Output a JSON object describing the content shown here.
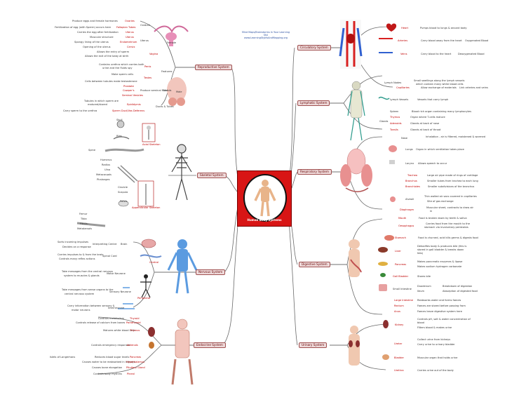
{
  "center": {
    "label": "Human Body Systems"
  },
  "logo": {
    "line1": "Mind Maps/Brainstorms In Your Learning Styl",
    "line2": "www.LearningStylesAndMapping.org"
  },
  "nodes": {
    "reproductive": "Reproductive System",
    "skeletal": "Skeletal System",
    "nervous": "Nervous System",
    "endocrine": "Endocrine System",
    "circulatory": "Circulatory System",
    "lymphatic": "Lymphatic System",
    "respiratory": "Respiratory System",
    "digestive": "Digestive System",
    "urinary": "Urinary System"
  },
  "left_labels": {
    "ovaries_desc": "Produce eggs and female hormones",
    "ovaries": "Ovaries",
    "oviduct": "Oviduct",
    "fallopian_desc": "Fertilization of egg (with Sperm) occurs here",
    "fallopian": "Fallopian Tubes",
    "uterus_desc": "Carries the egg after fertilization",
    "uterus": "Uterus",
    "muscular_desc": "Muscular structure",
    "muscular": "Uterus",
    "spongy_desc": "Spongy lining of the uterus",
    "spongy": "Endometrium",
    "cervix_desc": "Opening of the uterus",
    "cervix": "Cervix",
    "female": "Female",
    "vagina_desc": "Allows the entry of sperm",
    "vagina_desc2": "Allows the exit of the baby at birth",
    "vagina": "Vagina",
    "penis_desc": "Contains urethra which carries both",
    "penis_desc2": "urine and the fluids spy",
    "penis": "Penis",
    "testes_desc": "Make sperm cells",
    "testes": "Testes",
    "features": "Features",
    "cells_desc": "Cells between tubules make testosterone",
    "prostate": "Prostate",
    "cowpers": "Cowper's",
    "seminal_desc": "Produce seminal fluid",
    "glands": "Glands",
    "seminal": "Seminal Vesicles",
    "male": "Male",
    "epididymis_desc": "Tubules in which sperm are",
    "epididymis_desc2": "matured/stored",
    "epididymis": "Epididymis",
    "ducts": "Ducts & Tubes",
    "vas_desc": "Carry sperm to the urethra",
    "vas": "Sperm Duct/Vas Deferens",
    "skull": "Skull",
    "axial": "Axial Skeleton",
    "ribs": "Ribs",
    "spine": "Spine",
    "humerus": "Humerus",
    "radius": "Radius",
    "ulna": "Ulna",
    "metacarpals": "Metacarpals",
    "phalanges": "Phalanges",
    "clavicle": "Clavicle",
    "scapula": "Scapula",
    "pelvis": "Pelvis",
    "appendicular": "Appendicular Skeleton",
    "femur": "Femur",
    "tibia": "Tibia",
    "fibula": "Fibula",
    "metatarsals": "Metatarsals",
    "brain_desc": "Sorts incoming impulses",
    "brain_desc2": "Decides on a response",
    "interpreting": "Interpreting Centre",
    "brain": "Brain",
    "central": "Central",
    "cord_desc": "Carries impulses to & from the brain",
    "cord_desc2": "Controls many reflex actions",
    "spinal": "Spinal Cord",
    "motor_desc": "Take messages from the central nervous",
    "motor_desc2": "system to muscles & glands",
    "motor": "Motor Neurone",
    "peripheral": "Peripheral",
    "sensory_desc": "Take messages from sense organs to the",
    "sensory_desc2": "central nervous system",
    "sensory": "Sensory Neurone",
    "inter_desc": "Carry information between sensory &",
    "inter_desc2": "motor neurons",
    "inter": "Interneurone",
    "thyroid_desc": "Controls metabolism",
    "thyroid": "Thyroid",
    "para_desc": "Controls release of calcium from bones",
    "para": "Parathyroid",
    "thymus_desc": "Matures white blood cells",
    "thymus": "Thymus",
    "adrenals_desc": "Controls emergency responses",
    "adrenals": "Adrenals",
    "islets": "Islets of Langerhans",
    "pancreas_desc": "Reduces blood sugar levels",
    "pancreas": "Pancreas",
    "hypo_desc": "Causes water to be reabsorbed in kidneys",
    "hypo": "Hypothalamus",
    "pituitary_desc": "Causes bone elongation",
    "pituitary": "Pituitary Gland",
    "pineal_desc": "Controls body rhythms",
    "pineal": "Pineal"
  },
  "right_labels": {
    "heart": "Heart",
    "heart_desc": "Pumps blood to lungs & around body",
    "arteries": "Arteries",
    "arteries_desc": "Carry blood away from the heart",
    "arteries_type": "Oxygenated Blood",
    "veins": "Veins",
    "veins_desc": "Carry blood to the heart",
    "veins_type": "Deoxygenated Blood",
    "capillaries": "Capillaries",
    "capillaries_desc": "Allow exchange of materials",
    "capillaries_type": "Link arteries and veins",
    "lymph_nodes": "Lymph Nodes",
    "lymph_nodes_desc": "Small swellings along the lymph vessels",
    "lymph_nodes_desc2": "which contain many white blood cells",
    "lymph_vessels": "Lymph Vessels",
    "lymph_vessels_desc": "Vessels that carry lymph",
    "spleen": "Spleen",
    "spleen_desc": "Blood rich organ containing many lymphocytes",
    "thymus": "Thymus",
    "thymus_desc": "Organ where T-cells mature",
    "glands": "Glands",
    "adenoids": "Adenoids",
    "adenoids_desc": "Glands at back of nose",
    "tonsils": "Tonsils",
    "tonsils_desc": "Glands at back of throat",
    "nose": "Nose",
    "nose_desc": "Inhalation - air is filtered, moistened & warmed",
    "lungs": "Lungs",
    "lungs_desc": "Organ in which ventilation takes place",
    "larynx": "Larynx",
    "larynx_desc": "Allows speech to occur",
    "trachea": "Trachea",
    "trachea_desc": "Large air pipe made of rings of cartilage",
    "bronchus": "Bronchus",
    "bronchus_desc": "Smaller tubes from trachea to each lung",
    "bronchioles": "Bronchioles",
    "bronchioles_desc": "Smaller subdivisions of the bronchus",
    "alveoli": "Alveoli",
    "alveoli_desc": "Thin walled air sacs covered in capillaries",
    "alveoli_desc2": "Site of gas exchange",
    "diaphragm": "Diaphragm",
    "diaphragm_desc": "Muscular sheet, contracts to draw air",
    "diaphragm_desc2": "in",
    "mouth": "Mouth",
    "mouth_desc": "Food is broken down by teeth & saliva",
    "oesophagus": "Oesophagus",
    "oesophagus_desc": "Carries food from the mouth to the",
    "oesophagus_desc2": "stomach via involuntary peristalsis",
    "stomach": "Stomach",
    "stomach_desc": "Food is churned, acid kills germs & digests food",
    "liver": "Liver",
    "liver_desc": "Detoxifies body & produces bile (this is",
    "liver_desc2": "stored in gall bladder & breaks down",
    "liver_desc3": "fats)",
    "pancreas": "Pancreas",
    "pancreas_desc": "Makes pancreatic enzymes & lipase",
    "pancreas_desc2": "Makes sodium hydrogen carbonate",
    "gall": "Gall Bladder",
    "gall_desc": "Stores bile",
    "small": "Small Intestine",
    "duodenum": "Duodenum",
    "duodenum_desc": "Breakdown of digestion",
    "ileum": "Ileum",
    "ileum_desc": "Absorption of digested food",
    "large": "Large Intestine",
    "large_desc": "Reabsorbs water and forms faeces",
    "rectum": "Rectum",
    "rectum_desc": "Faeces are stored before passing from",
    "anus": "Anus",
    "anus_desc": "Faeces leave digestive system here",
    "kidney": "Kidney",
    "kidney_desc": "Controls pH, salt & water concentration of",
    "kidney_desc2": "blood",
    "kidney_desc3": "Filters blood & makes urine",
    "ureter": "Ureter",
    "ureter_desc": "Collect urine from kidneys",
    "ureter_desc2": "Carry urine to urinary bladder",
    "bladder": "Bladder",
    "bladder_desc": "Muscular organ that holds urine",
    "urethra": "Urethra",
    "urethra_desc": "Carries urine out of the body"
  },
  "colors": {
    "center_bg": "#d81515",
    "node_bg": "#eedada",
    "accent": "#c00000",
    "line": "#666666"
  }
}
